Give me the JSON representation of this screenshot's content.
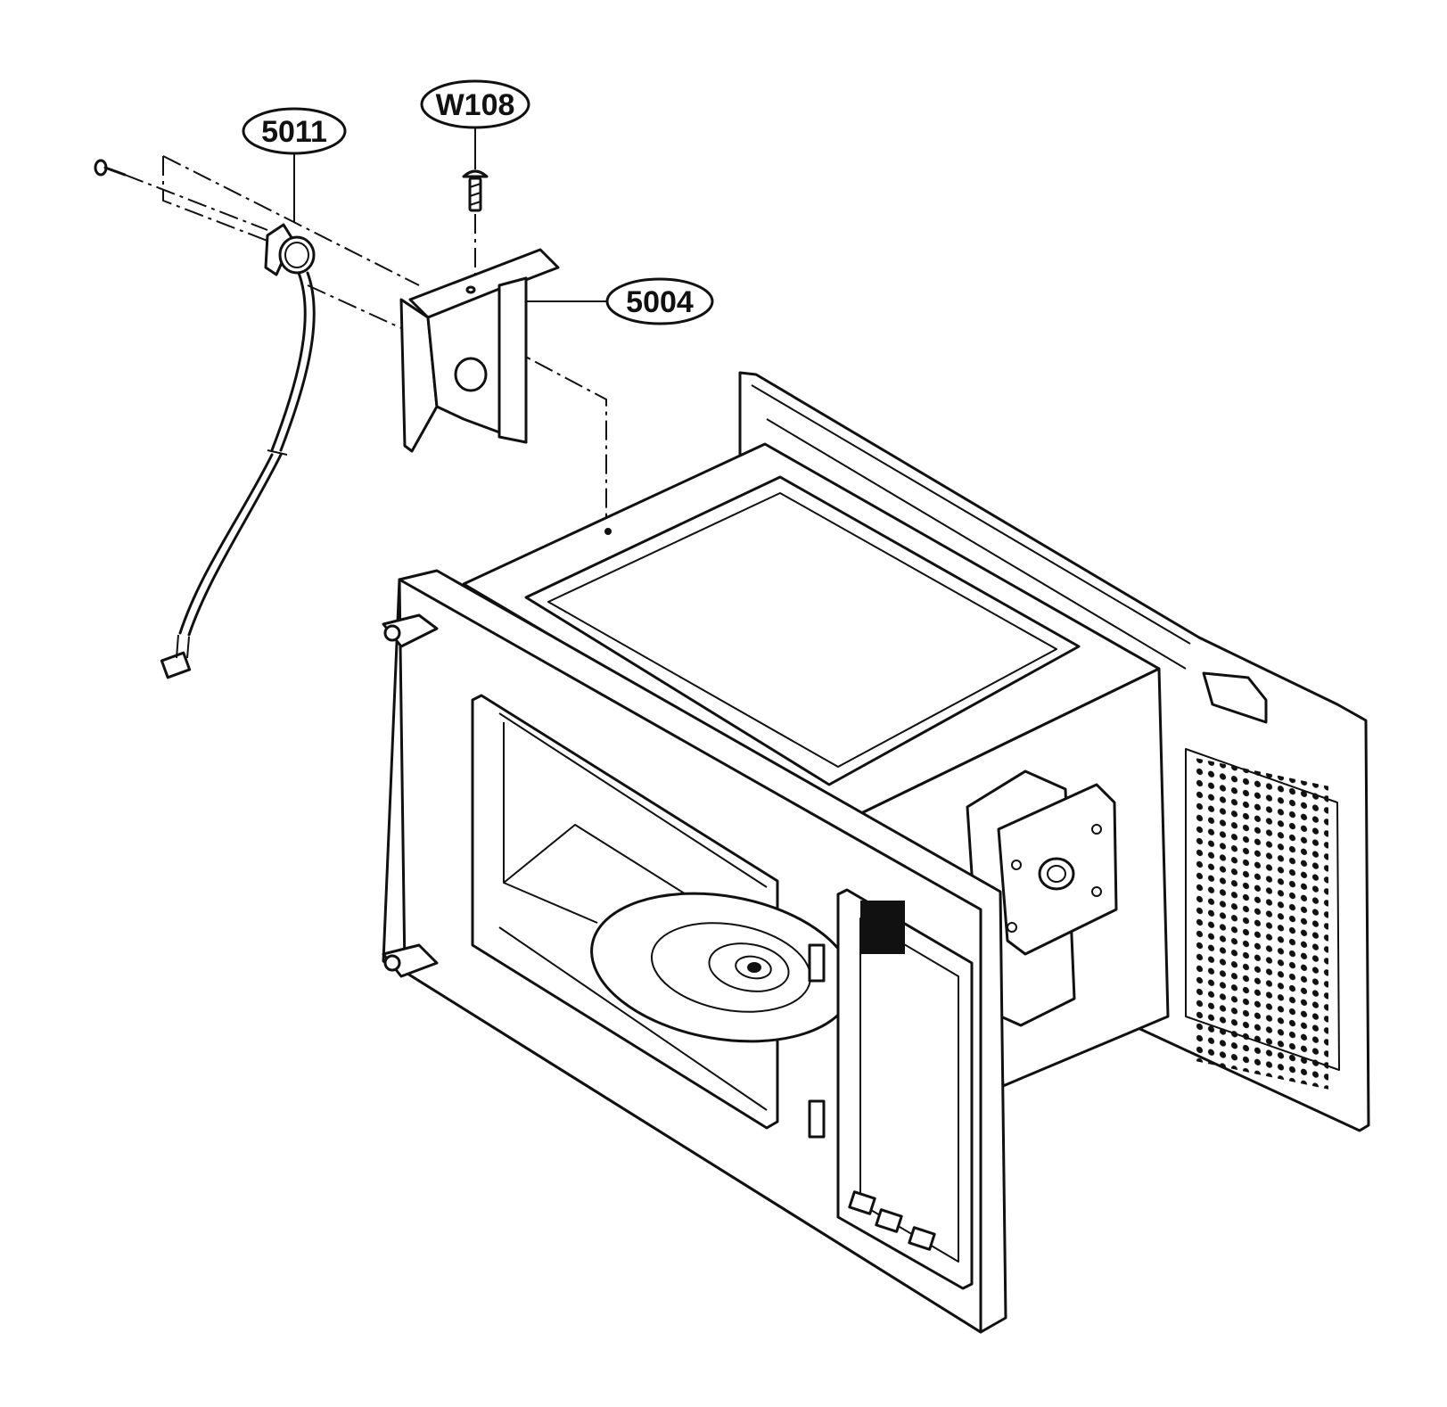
{
  "callouts": [
    {
      "id": "callout-5011",
      "label": "5011"
    },
    {
      "id": "callout-w108",
      "label": "W108"
    },
    {
      "id": "callout-5004",
      "label": "5004"
    }
  ]
}
